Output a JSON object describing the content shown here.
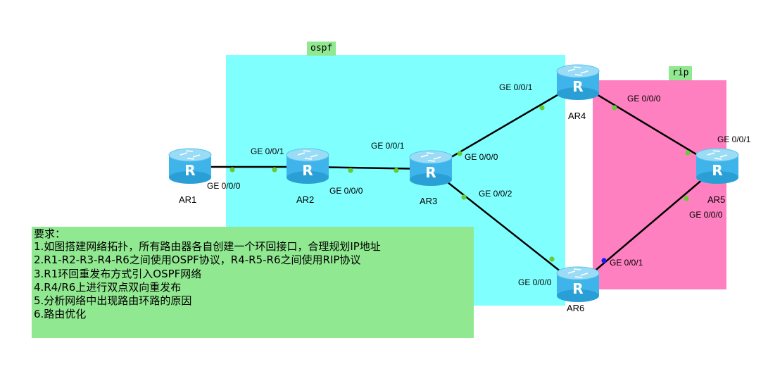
{
  "areas": {
    "ospf": {
      "label": "ospf",
      "color": "#80ffff"
    },
    "rip": {
      "label": "rip",
      "color": "#ff80c0"
    }
  },
  "routers": [
    {
      "id": "AR1",
      "label": "AR1"
    },
    {
      "id": "AR2",
      "label": "AR2"
    },
    {
      "id": "AR3",
      "label": "AR3"
    },
    {
      "id": "AR4",
      "label": "AR4"
    },
    {
      "id": "AR5",
      "label": "AR5"
    },
    {
      "id": "AR6",
      "label": "AR6"
    }
  ],
  "links": [
    {
      "from": "AR1",
      "to": "AR2",
      "from_port": "GE 0/0/0",
      "to_port": "GE 0/0/1"
    },
    {
      "from": "AR2",
      "to": "AR3",
      "from_port": "GE 0/0/0",
      "to_port": "GE 0/0/1"
    },
    {
      "from": "AR3",
      "to": "AR4",
      "from_port": "GE 0/0/0",
      "to_port": "GE 0/0/1"
    },
    {
      "from": "AR3",
      "to": "AR6",
      "from_port": "GE 0/0/2",
      "to_port": "GE 0/0/0"
    },
    {
      "from": "AR4",
      "to": "AR5",
      "from_port": "GE 0/0/0",
      "to_port": "GE 0/0/1"
    },
    {
      "from": "AR6",
      "to": "AR5",
      "from_port": "GE 0/0/1",
      "to_port": "GE 0/0/0"
    }
  ],
  "requirements": [
    "要求：",
    "1.如图搭建网络拓扑，所有路由器各自创建一个环回接口，合理规划IP地址",
    "2.R1-R2-R3-R4-R6之间使用OSPF协议，R4-R5-R6之间使用RIP协议",
    "3.R1环回重发布方式引入OSPF网络",
    "4.R4/R6上进行双点双向重发布",
    "5.分析网络中出现路由环路的原因",
    "6.路由优化"
  ],
  "colors": {
    "router_body": "#3fb4ea",
    "router_top": "#9adcf6",
    "link": "#000000",
    "port_up": "#66cc33",
    "port_alt": "#1a1aff",
    "note_bg": "#90e890"
  }
}
